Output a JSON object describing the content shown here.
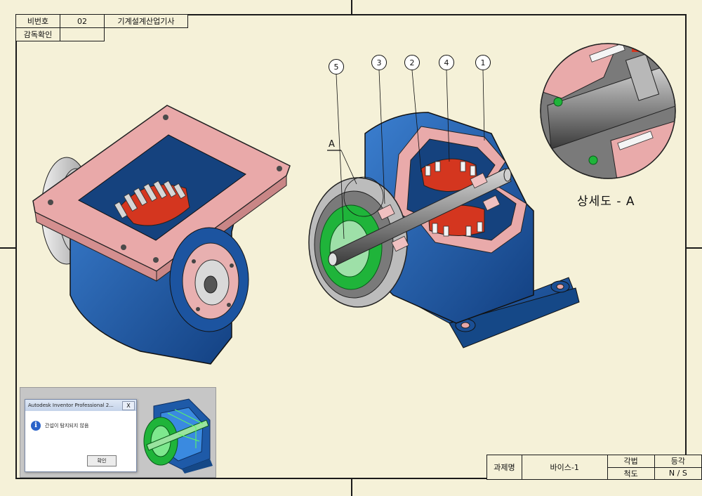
{
  "header": {
    "label_no": "비번호",
    "value_no": "02",
    "exam_name": "기계설계산업기사",
    "label_inspect": "감독확인",
    "value_inspect": ""
  },
  "balloons": [
    "5",
    "3",
    "2",
    "4",
    "1"
  ],
  "section_mark": "A",
  "detail_caption": "상세도 - A",
  "title_block": {
    "label_project": "과제명",
    "project_name": "바이스-1",
    "label_projection": "각법",
    "projection_value": "등각",
    "label_scale": "척도",
    "scale_value": "N / S"
  },
  "dialog": {
    "title": "Autodesk Inventor Professional 2...",
    "close_glyph": "X",
    "info_glyph": "i",
    "message": "간섭이 탐지되지 않음",
    "ok_label": "확인"
  },
  "colors": {
    "body_blue": "#1e5aa8",
    "flange_pink": "#e8a8a8",
    "gear_red": "#d4361f",
    "seal_green": "#1fb43a",
    "sheet": "#f5f1d8"
  }
}
